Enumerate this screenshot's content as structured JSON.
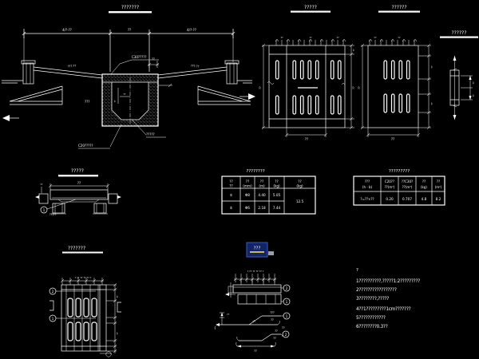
{
  "app": {
    "bg": "#000000",
    "ink": "#ffffff"
  },
  "sec": {
    "title": "???????",
    "dimL": "4/?-??",
    "dimM": "??",
    "dimR": "4/?-??",
    "lblTop": "C30?????",
    "dimTop": "??",
    "lblLeft": "???",
    "slopeL": "???.??",
    "slopeR": "???.??",
    "lblBotL": "C20?????",
    "lblBotR": "?????",
    "d1": "??",
    "d2": "??"
  },
  "grid1": {
    "title": "?????",
    "dimB": "??",
    "dimR": "??",
    "dimL": "??",
    "t1": "??",
    "t2": "??"
  },
  "grid2": {
    "title": "??????",
    "dimB": "??",
    "dimL": "??",
    "r1": "??",
    "r2": "??",
    "r3": "??"
  },
  "side": {
    "title": "??????",
    "d1": "??",
    "d2": "??"
  },
  "beam": {
    "title": "?????",
    "dimTop": "??",
    "note": "??/??",
    "co": "1",
    "dimEnd": "??"
  },
  "table1": {
    "title": "????????",
    "h": [
      [
        "??",
        "??"
      ],
      [
        "??",
        "(mm)"
      ],
      [
        "??",
        "(m)"
      ],
      [
        "??",
        "(kg)"
      ],
      [
        "??",
        "(kg)"
      ]
    ],
    "r1": [
      "①",
      "Φ8",
      "4.40",
      "5.05"
    ],
    "r2": [
      "②",
      "Φ6",
      "2.18",
      "7.44"
    ],
    "total": "12.5"
  },
  "table2": {
    "title": "?????????",
    "h": [
      [
        "???",
        "(h - b)"
      ],
      [
        "C20??",
        "??(m³)"
      ],
      [
        "??C30?",
        "??(m³)"
      ],
      [
        "??",
        "(kg)"
      ],
      [
        "??",
        "(m²)"
      ]
    ],
    "r": [
      "?=??×??",
      "0.20",
      "0.707",
      "4.8",
      "8.2"
    ]
  },
  "plan": {
    "title": "???????",
    "co1": "2",
    "co2": "1",
    "dimR": "??",
    "dimR2": "??",
    "ticks": "? ?? ?? ?? ?? ?"
  },
  "sel": {
    "label": "???",
    "bg": "#122368",
    "border": "#3c5cc0",
    "accent": "#e5c93f",
    "grip": "#9aa0a8"
  },
  "det": {
    "co_top": "2",
    "co_bot": "1",
    "ticks": "? ?? ?? ?? ?? ?",
    "bar1": {
      "co": "1",
      "top": "???",
      "mid": "??",
      "diag": "??",
      "right": "??",
      "hook": "??"
    },
    "bar2": {
      "co": "2",
      "top": "??",
      "mid": "??",
      "bot": "??"
    }
  },
  "notes": {
    "head": "?",
    "items": [
      "1??????????,?????1:2?????????",
      "2?????????????????",
      "3????????,?????",
      "4??1?????????1cm???????",
      "5????????????",
      "6????????0.3??"
    ]
  }
}
